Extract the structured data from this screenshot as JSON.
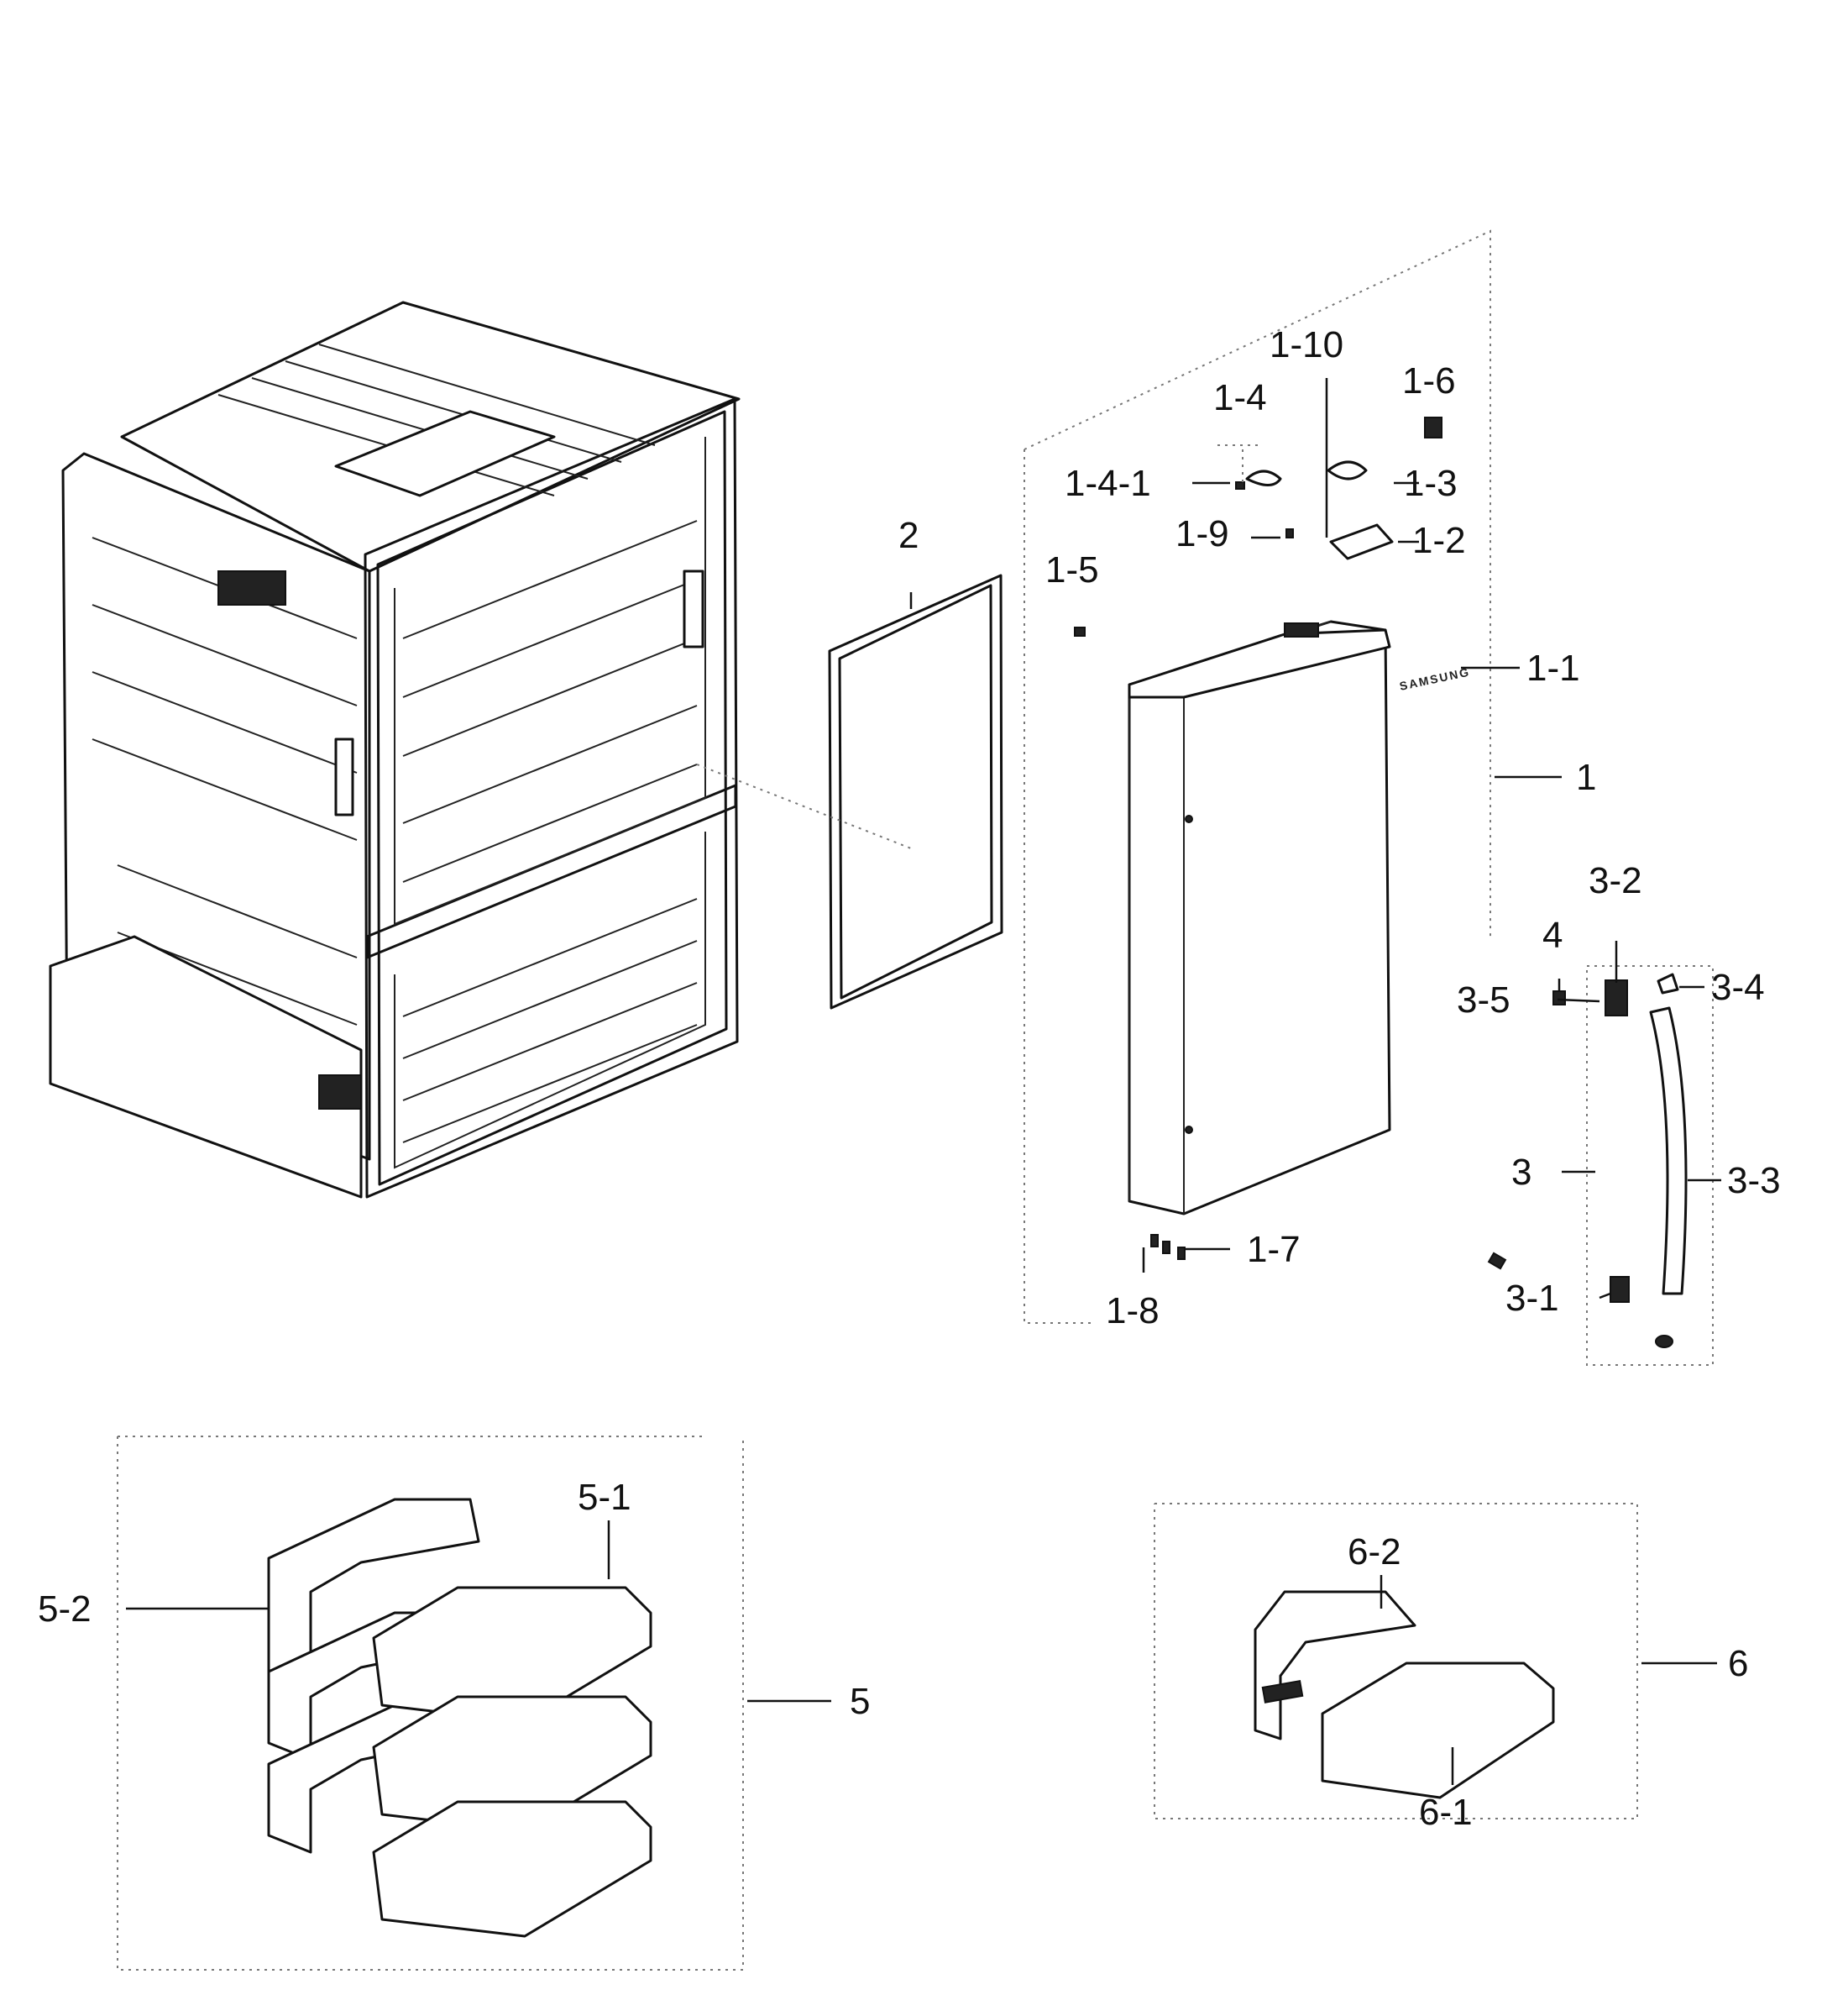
{
  "labels": {
    "l_1": "1",
    "l_1_1": "1-1",
    "l_1_2": "1-2",
    "l_1_3": "1-3",
    "l_1_4": "1-4",
    "l_1_4_1": "1-4-1",
    "l_1_5": "1-5",
    "l_1_6": "1-6",
    "l_1_7": "1-7",
    "l_1_8": "1-8",
    "l_1_9": "1-9",
    "l_1_10": "1-10",
    "l_2": "2",
    "l_3": "3",
    "l_3_1": "3-1",
    "l_3_2": "3-2",
    "l_3_3": "3-3",
    "l_3_4": "3-4",
    "l_3_5": "3-5",
    "l_4": "4",
    "l_5": "5",
    "l_5_1": "5-1",
    "l_5_2": "5-2",
    "l_6": "6",
    "l_6_1": "6-1",
    "l_6_2": "6-2"
  },
  "door_logo_text": "SAMSUNG"
}
